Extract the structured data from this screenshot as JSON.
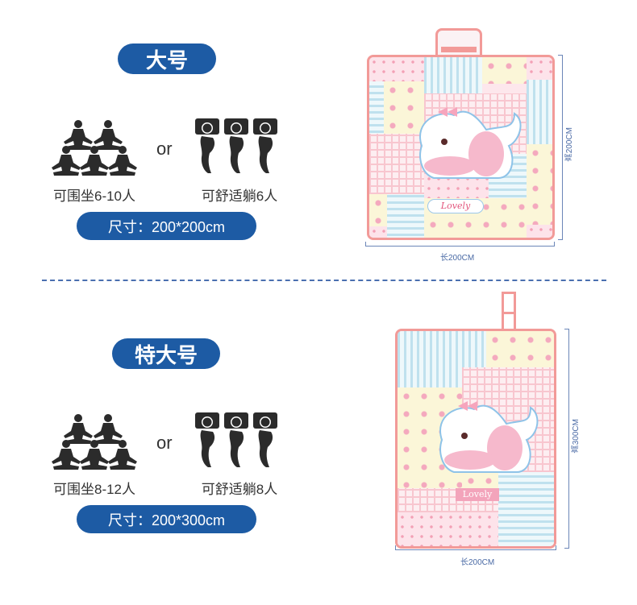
{
  "sections": [
    {
      "title": "大号",
      "sit_label": "可围坐6-10人",
      "lie_label": "可舒适躺6人",
      "or": "or",
      "size": "尺寸：200*200cm",
      "width_dim": "长200CM",
      "height_dim": "高200CM",
      "mat_label": "Lovely"
    },
    {
      "title": "特大号",
      "sit_label": "可围坐8-12人",
      "lie_label": "可舒适躺8人",
      "or": "or",
      "size": "尺寸：200*300cm",
      "width_dim": "长200CM",
      "height_dim": "高300CM",
      "mat_label": "Lovely"
    }
  ],
  "colors": {
    "accent": "#1d5ba4",
    "mat_border": "#f29a98",
    "dimension": "#6b86b8"
  }
}
